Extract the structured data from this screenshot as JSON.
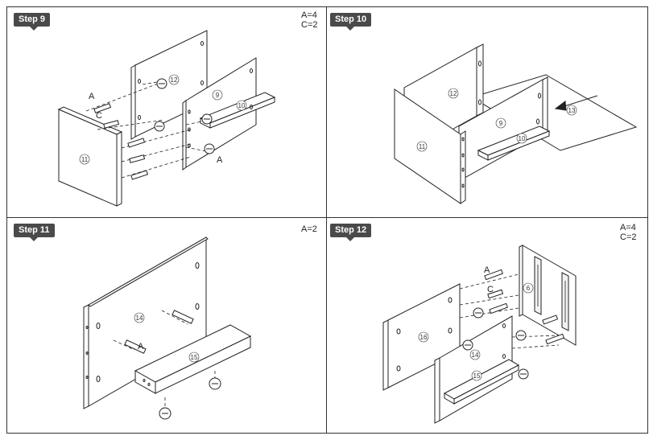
{
  "steps": [
    {
      "label": "Step 9",
      "qty": [
        "A=4",
        "C=2"
      ],
      "callouts": [
        "A",
        "C",
        "A"
      ],
      "parts": [
        "11",
        "12",
        "9",
        "10"
      ]
    },
    {
      "label": "Step 10",
      "qty": [],
      "callouts": [],
      "parts": [
        "11",
        "12",
        "9",
        "10",
        "13"
      ]
    },
    {
      "label": "Step 11",
      "qty": [
        "A=2"
      ],
      "callouts": [
        "A"
      ],
      "parts": [
        "14",
        "15"
      ]
    },
    {
      "label": "Step 12",
      "qty": [
        "A=4",
        "C=2"
      ],
      "callouts": [
        "A",
        "C"
      ],
      "parts": [
        "6",
        "16",
        "14",
        "15"
      ]
    }
  ]
}
